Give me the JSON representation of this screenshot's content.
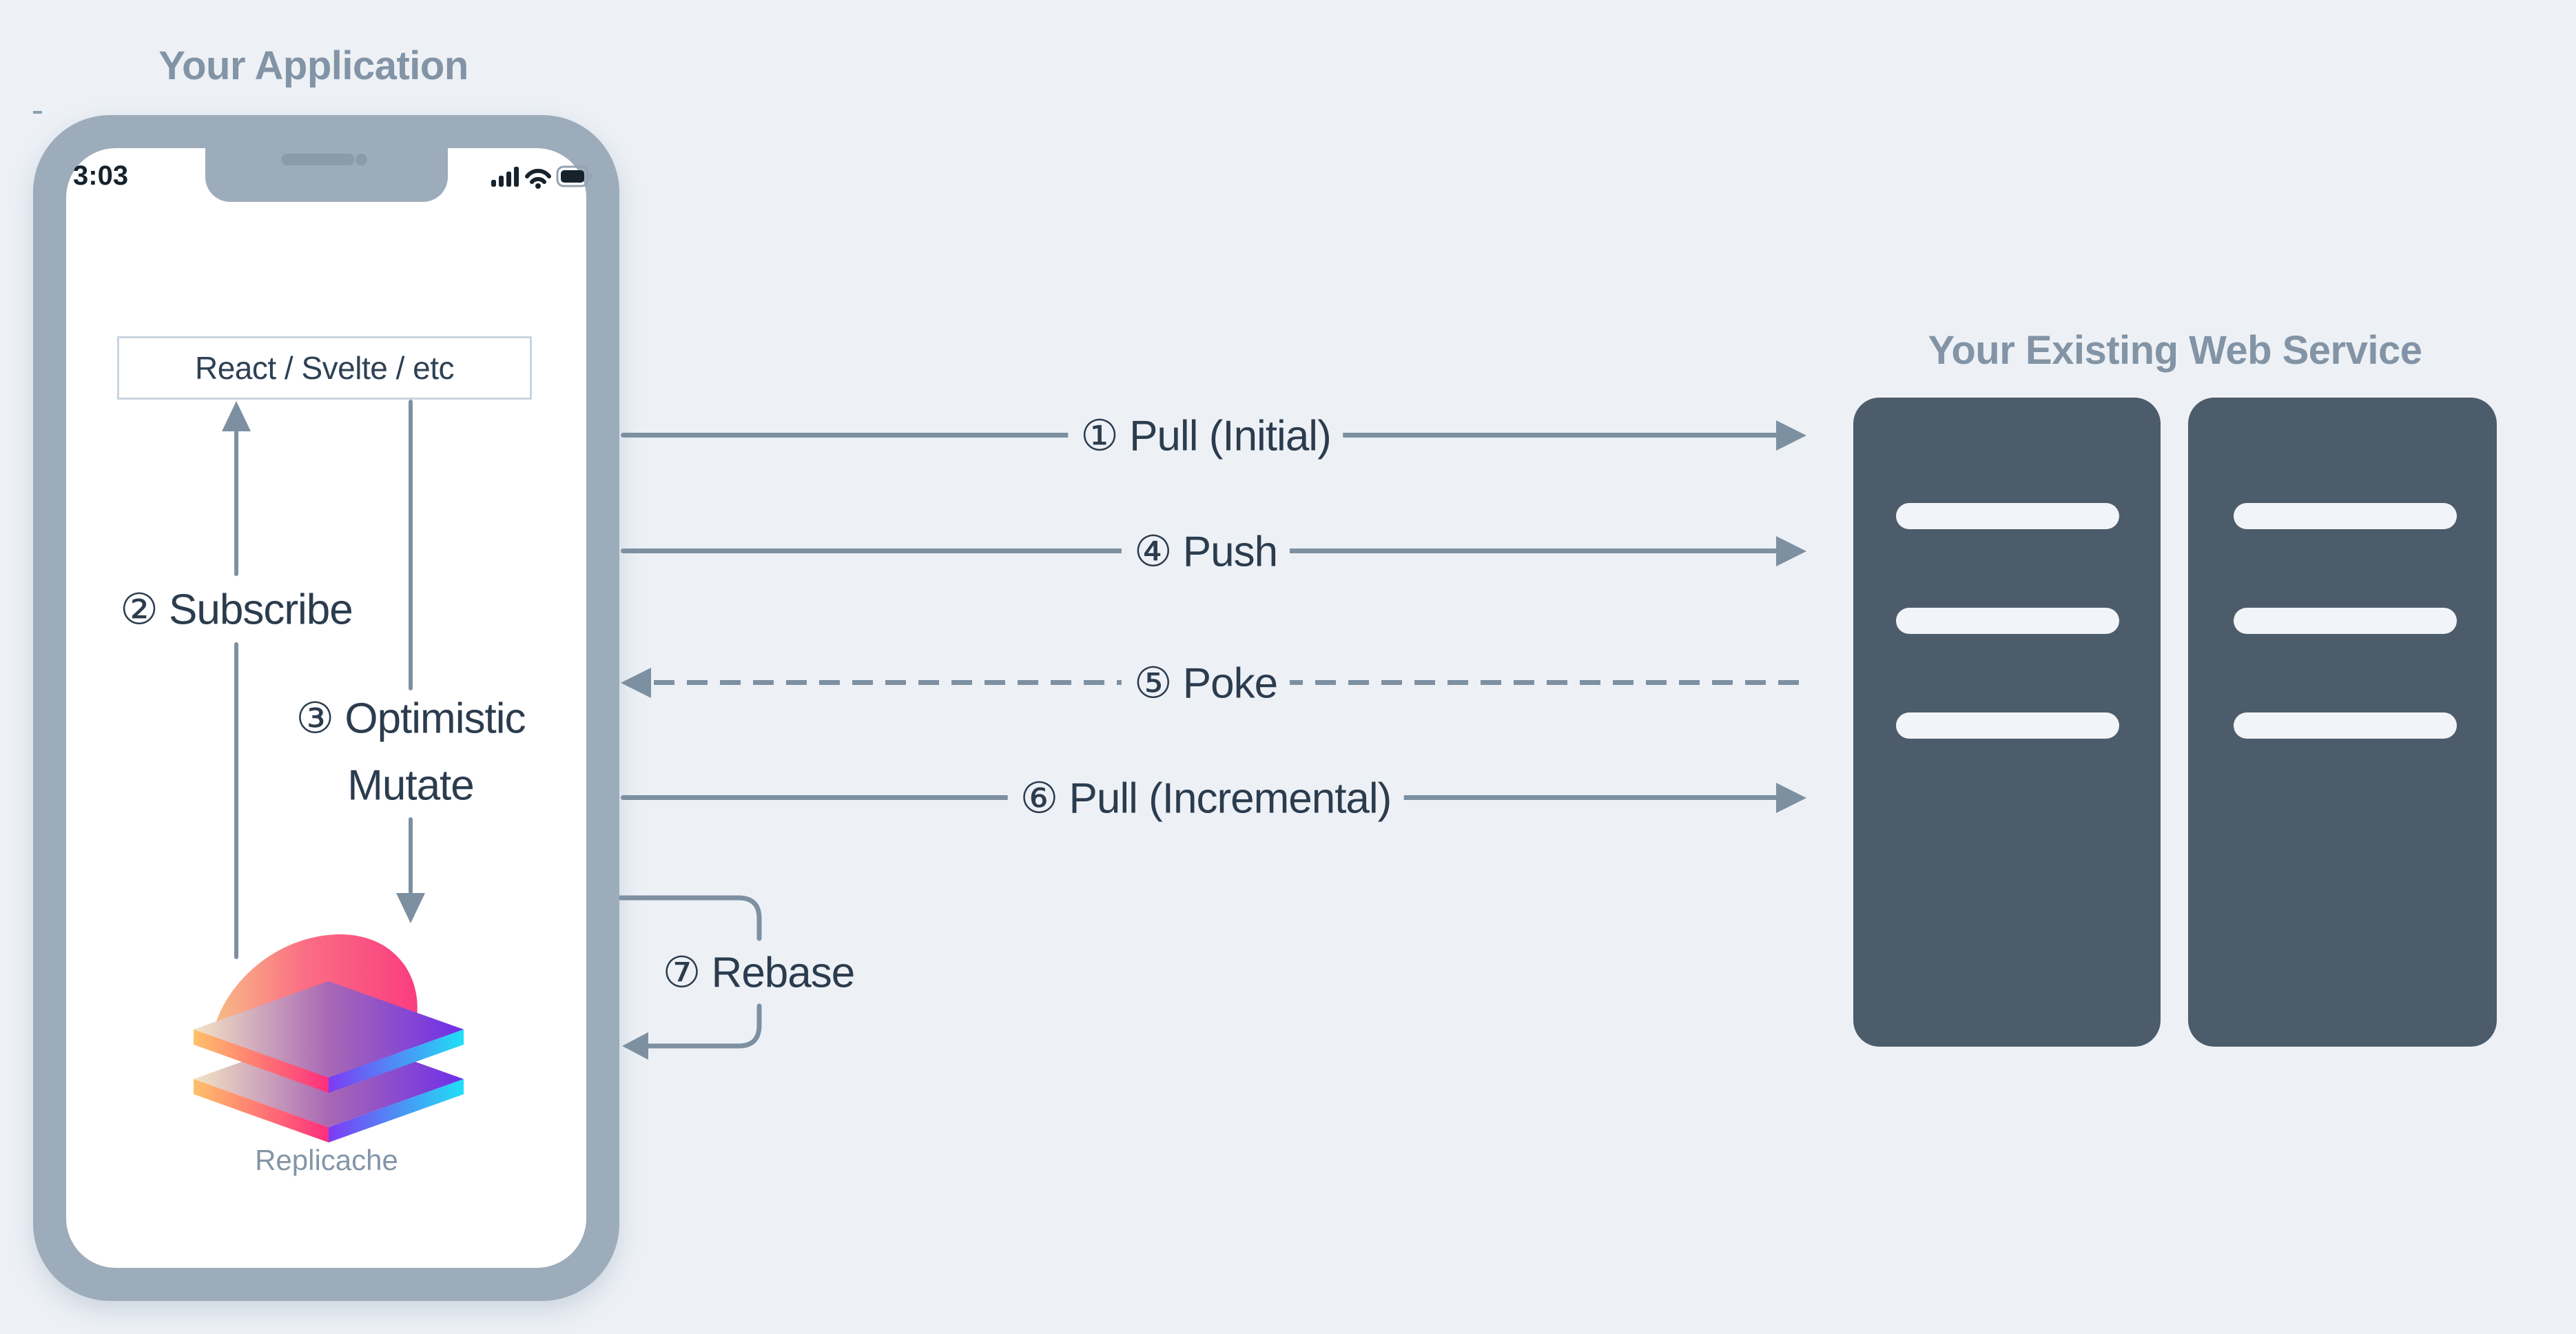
{
  "diagram": {
    "app": {
      "title": "Your Application",
      "status_time": "3:03",
      "framework_label": "React / Svelte / etc",
      "logo_caption": "Replicache"
    },
    "service": {
      "title": "Your Existing Web Service"
    },
    "flows": {
      "pull_initial": "① Pull (Initial)",
      "subscribe": "② Subscribe",
      "optimistic_line1": "③ Optimistic",
      "optimistic_line2": "Mutate",
      "push": "④ Push",
      "poke": "⑤ Poke",
      "pull_incremental": "⑥ Pull (Incremental)",
      "rebase": "⑦ Rebase"
    },
    "colors": {
      "background": "#edf1f6",
      "phone_bezel": "#9dacba",
      "arrow_line": "#7d90a2",
      "heading_text": "#8294a5",
      "label_text": "#2b3c4e",
      "server_body": "#4d5c6b",
      "server_bar": "#f1f4f8",
      "logo_pink": "#fb3d7f",
      "logo_orange": "#f8b87e",
      "logo_purple": "#6d2fe8",
      "logo_cyan": "#1fe0f5"
    }
  }
}
